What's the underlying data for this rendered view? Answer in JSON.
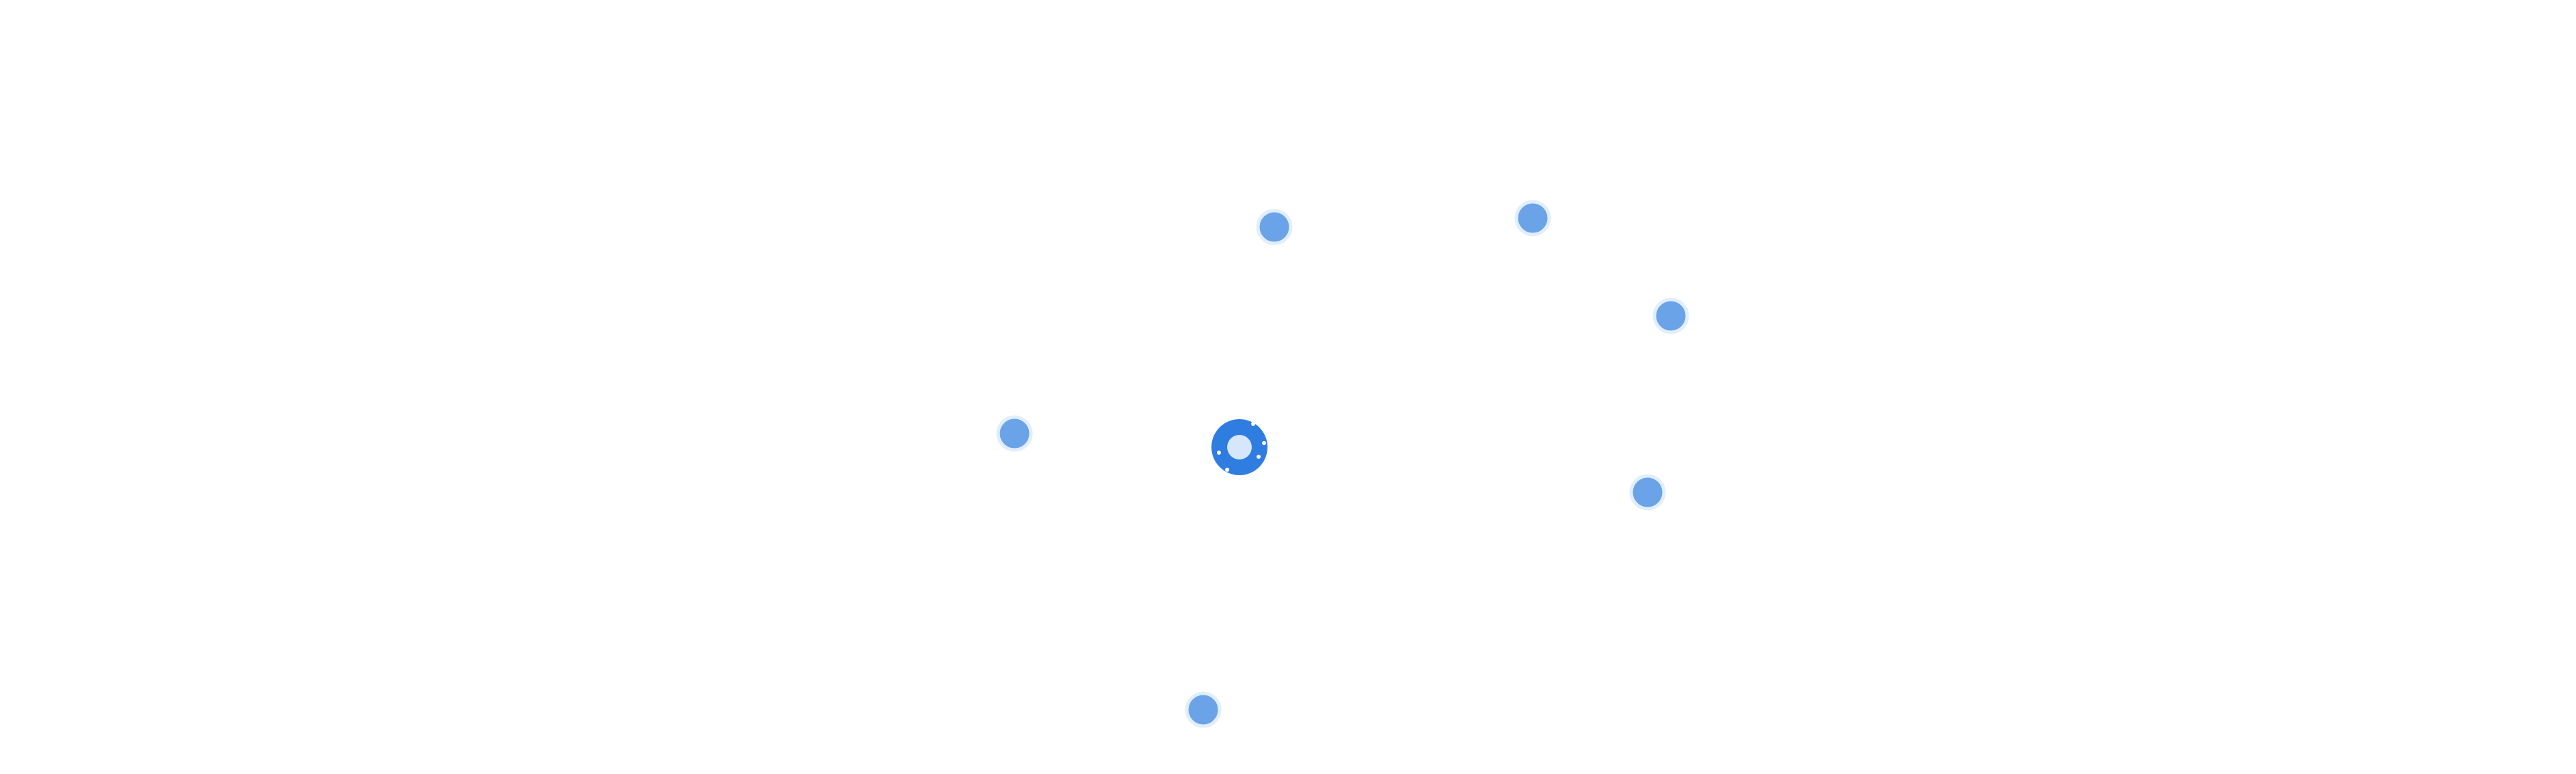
{
  "map": {
    "background_color": "#ffffff",
    "marker_color": "#6aa3e8",
    "marker_outline_color": "#e3eefc",
    "selected_marker": {
      "icon": "location-marker-selected-icon",
      "outer_color": "#2f7de1",
      "inner_color": "#d6e6fb"
    },
    "markers": [
      {
        "id": "marker-1",
        "icon": "location-marker-icon"
      },
      {
        "id": "marker-2",
        "icon": "location-marker-icon"
      },
      {
        "id": "marker-3",
        "icon": "location-marker-icon"
      },
      {
        "id": "marker-4",
        "icon": "location-marker-icon"
      },
      {
        "id": "marker-5",
        "icon": "location-marker-icon"
      },
      {
        "id": "marker-6",
        "icon": "location-marker-icon"
      }
    ]
  }
}
